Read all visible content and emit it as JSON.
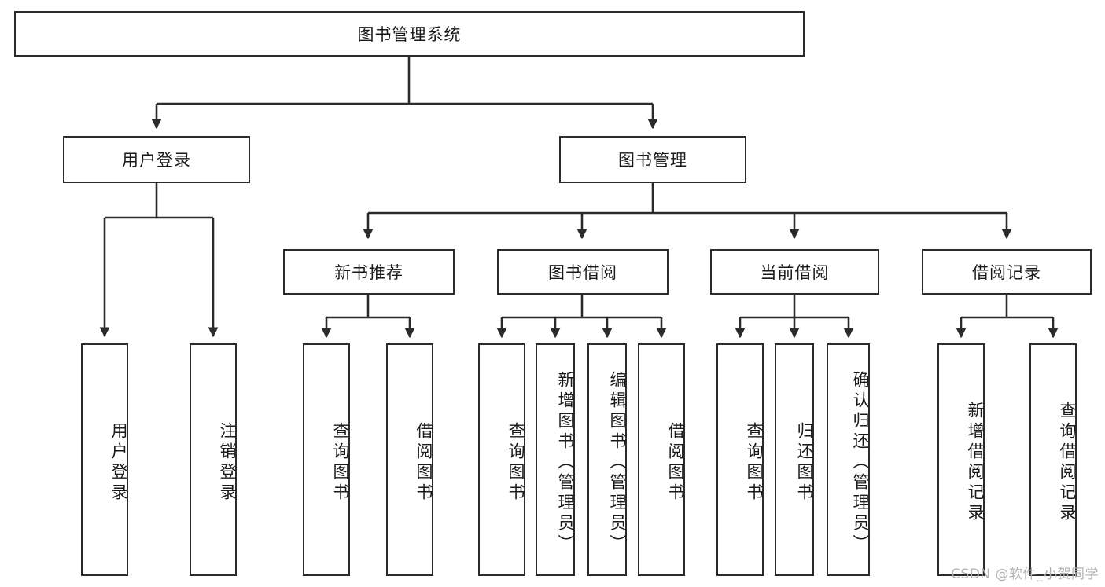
{
  "diagram": {
    "type": "tree-hierarchy-flowchart",
    "title": "图书管理系统",
    "root": {
      "id": "root",
      "label": "图书管理系统"
    },
    "level2": [
      {
        "id": "user-login",
        "label": "用户登录"
      },
      {
        "id": "book-manage",
        "label": "图书管理"
      }
    ],
    "level3": [
      {
        "id": "new-book-rec",
        "label": "新书推荐"
      },
      {
        "id": "book-borrow",
        "label": "图书借阅"
      },
      {
        "id": "current-borrow",
        "label": "当前借阅"
      },
      {
        "id": "borrow-record",
        "label": "借阅记录"
      }
    ],
    "leaves": {
      "user_login": [
        {
          "id": "leaf-user-login",
          "label": "用户登录"
        },
        {
          "id": "leaf-logout",
          "label": "注销登录"
        }
      ],
      "new_book_rec": [
        {
          "id": "leaf-query-book-1",
          "label": "查询图书"
        },
        {
          "id": "leaf-borrow-book-1",
          "label": "借阅图书"
        }
      ],
      "book_borrow": [
        {
          "id": "leaf-query-book-2",
          "label": "查询图书"
        },
        {
          "id": "leaf-add-book",
          "label": "新增图书（管理员）"
        },
        {
          "id": "leaf-edit-book",
          "label": "编辑图书（管理员）"
        },
        {
          "id": "leaf-borrow-book-2",
          "label": "借阅图书"
        }
      ],
      "current_borrow": [
        {
          "id": "leaf-query-book-3",
          "label": "查询图书"
        },
        {
          "id": "leaf-return-book",
          "label": "归还图书"
        },
        {
          "id": "leaf-confirm-return",
          "label": "确认归还（管理员）"
        }
      ],
      "borrow_record": [
        {
          "id": "leaf-add-record",
          "label": "新增借阅记录"
        },
        {
          "id": "leaf-query-record",
          "label": "查询借阅记录"
        }
      ]
    }
  },
  "watermark": {
    "text": "CSDN @软件_小贺同学"
  },
  "colors": {
    "stroke": "#2b2b2b",
    "fill": "#ffffff",
    "text": "#1a1a1a",
    "watermark": "#b3b3b3"
  }
}
